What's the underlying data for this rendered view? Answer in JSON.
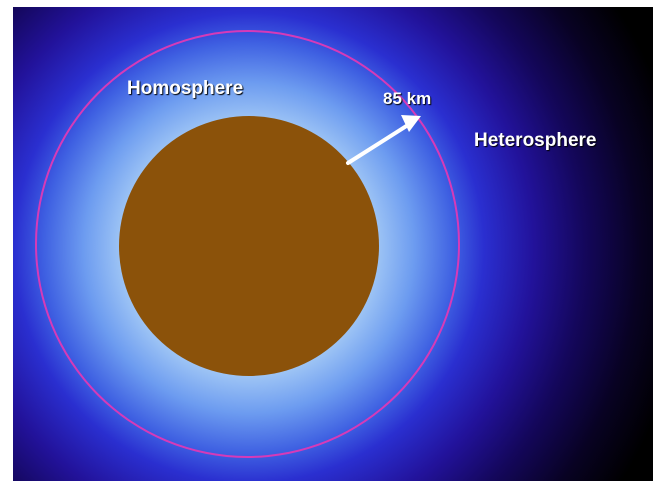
{
  "diagram": {
    "labels": {
      "homosphere": "Homosphere",
      "heterosphere": "Heterosphere",
      "altitude": "85 km"
    },
    "colors": {
      "planet": "#8b520a",
      "boundary_ring": "#d63ab8",
      "text": "#ffffff"
    }
  }
}
